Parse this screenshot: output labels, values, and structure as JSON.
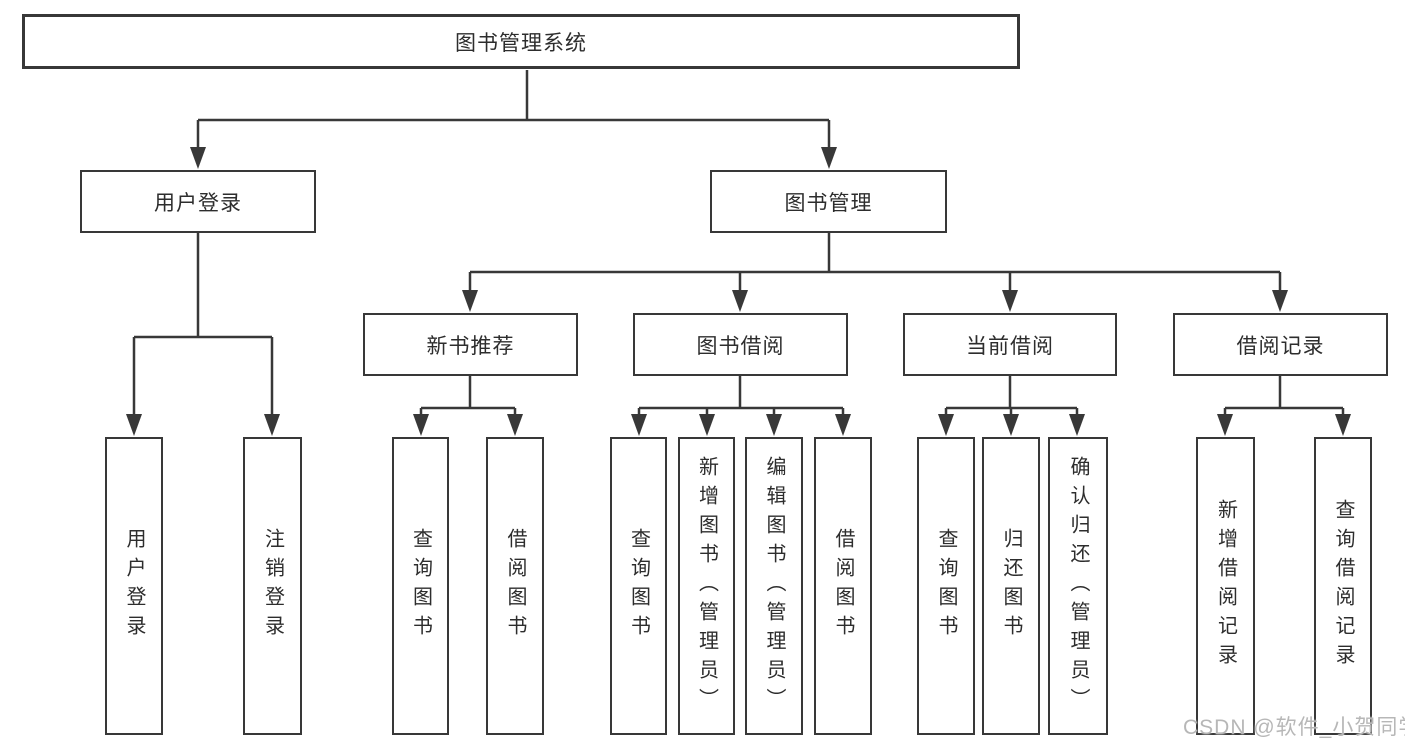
{
  "nodes": {
    "root": "图书管理系统",
    "user_login": "用户登录",
    "book_management": "图书管理",
    "login": "用户登录",
    "logout": "注销登录",
    "new_book_recommend": "新书推荐",
    "book_borrowing": "图书借阅",
    "current_borrowing": "当前借阅",
    "borrowing_records": "借阅记录",
    "recommend_query_books": "查询图书",
    "recommend_borrow_books": "借阅图书",
    "borrowing_query_books": "查询图书",
    "borrowing_add_books_admin": "新增图书（管理员）",
    "borrowing_edit_books_admin": "编辑图书（管理员）",
    "borrowing_borrow_books": "借阅图书",
    "current_query_books": "查询图书",
    "current_return_books": "归还图书",
    "current_confirm_return_admin": "确认归还（管理员）",
    "records_add_record": "新增借阅记录",
    "records_query_record": "查询借阅记录"
  },
  "colors": {
    "line": "#383838",
    "text": "#2d2d2d",
    "watermark": "#b7b7b7",
    "background": "#ffffff"
  },
  "watermark": "CSDN @软件_小贺同学"
}
